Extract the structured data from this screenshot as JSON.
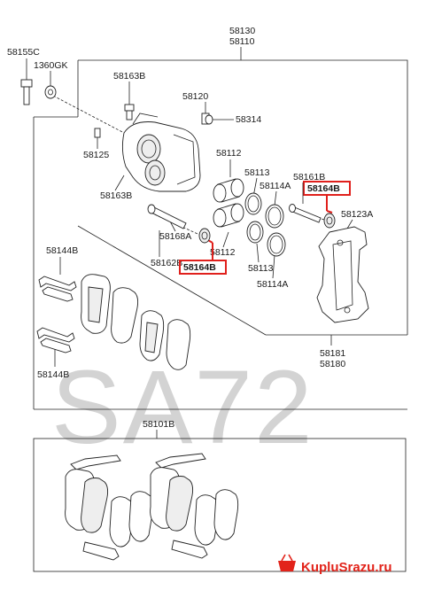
{
  "labels": {
    "asm_top": "58130",
    "asm_bottom": "58110",
    "bolt_a": "58155C",
    "bolt_b": "1360GK",
    "p58163b_top": "58163B",
    "p58120": "58120",
    "p58314": "58314",
    "p58125": "58125",
    "p58163b_mid": "58163B",
    "p58112_top": "58112",
    "p58113_top": "58113",
    "p58114a_top": "58114A",
    "p58161b": "58161B",
    "p58164b_right": "58164B",
    "p58123a": "58123A",
    "p58168a": "58168A",
    "p58112_low": "58112",
    "p58162b": "58162B",
    "p58164b_left": "58164B",
    "p58113_low": "58113",
    "p58114a_low": "58114A",
    "p58144b_top": "58144B",
    "p58144b_low": "58144B",
    "p58181": "58181",
    "p58180": "58180",
    "p58101b": "58101B"
  },
  "watermark": "SA72",
  "brand": {
    "name": "KupluSrazu.ru",
    "color": "#e2231a",
    "icon": "basket-icon"
  },
  "colors": {
    "highlight": "#e0201c",
    "watermark": "#d3d3d3"
  }
}
